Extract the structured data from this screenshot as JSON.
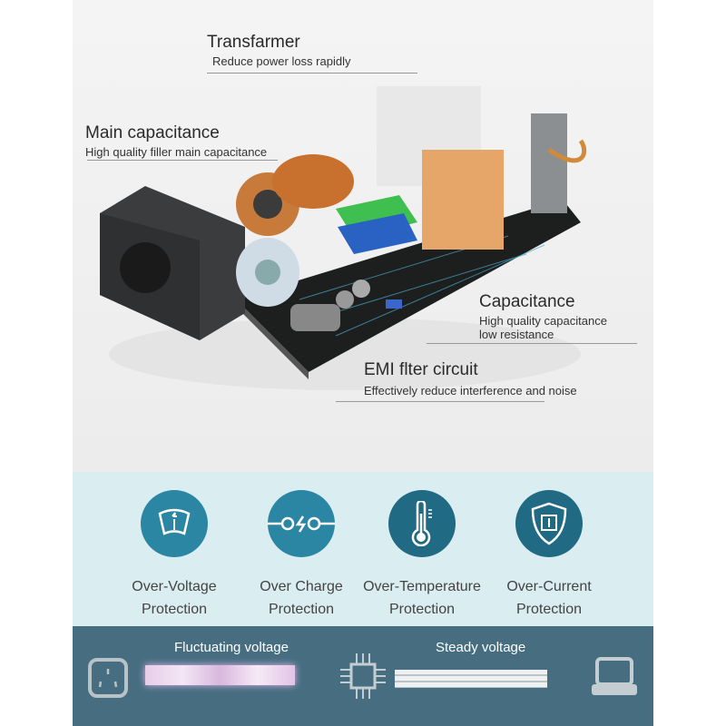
{
  "callouts": {
    "transformer": {
      "title": "Transfarmer",
      "subtitle": "Reduce power loss rapidly"
    },
    "main_cap": {
      "title": "Main capacitance",
      "subtitle": "High quality filler main capacitance"
    },
    "capacitance": {
      "title": "Capacitance",
      "subtitle1": "High quality capacitance",
      "subtitle2": "low resistance"
    },
    "emi": {
      "title": "EMI flter circuit",
      "subtitle": "Effectively reduce interference and noise"
    }
  },
  "features": [
    {
      "line1": "Over-Voltage",
      "line2": "Protection",
      "icon": "gauge-icon",
      "color": "#2b86a3"
    },
    {
      "line1": "Over Charge",
      "line2": "Protection",
      "icon": "bolt-circuit-icon",
      "color": "#2b86a3"
    },
    {
      "line1": "Over-Temperature",
      "line2": "Protection",
      "icon": "thermometer-icon",
      "color": "#216a84"
    },
    {
      "line1": "Over-Current",
      "line2": "Protection",
      "icon": "shield-chip-icon",
      "color": "#216a84"
    }
  ],
  "voltage": {
    "fluctuating": "Fluctuating voltage",
    "steady": "Steady voltage"
  }
}
